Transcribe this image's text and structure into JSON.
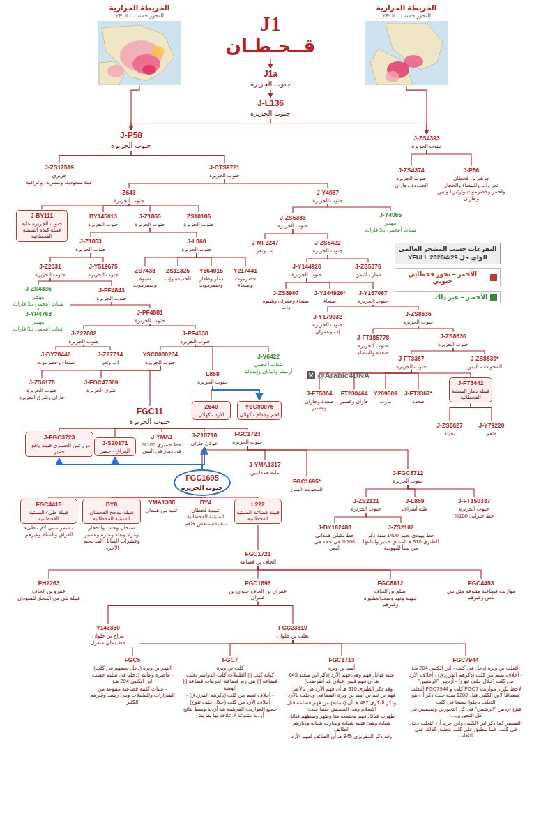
{
  "diagram": {
    "nodes": [
      {
        "text": [
          "J1",
          "قــحـطـان"
        ]
      },
      {
        "text": [
          "الخريطة الحرارية",
          "للتحور حسب YFULL"
        ]
      },
      {
        "text": [
          "الخريطة الحرارية",
          "للتحور حسب YFULL"
        ]
      },
      {
        "text": [
          "J1a",
          "جنوب الجزيرة"
        ]
      },
      {
        "text": [
          "J-L136",
          "جنوب الجزيرة"
        ]
      },
      {
        "text": [
          "J-P58",
          "جنوب الجزيرة"
        ]
      },
      {
        "text": [
          "J-ZS4393",
          "جنوب الجزيرة"
        ]
      },
      {
        "text": [
          "J-ZS12519",
          "جزيري",
          "عينة سعودية، ومصرية، وعراقية"
        ]
      },
      {
        "text": [
          "J-CTS9721",
          "جنوب الجزيرة"
        ]
      },
      {
        "text": [
          "J-ZS4374",
          "جنوب الجزيرة",
          "الحدودة وجازان"
        ]
      },
      {
        "text": [
          "J-P56",
          "جرهم بن قحطان",
          "تعز وإب والبيضاء والحجاز ولحمر وحضرموت وارتيريا وأبين وجازان"
        ]
      },
      {
        "text": [
          "Z643",
          "جنوب الجزيرة"
        ]
      },
      {
        "text": [
          "J-Y4067",
          "جنوب الجزيرة"
        ]
      },
      {
        "text": [
          "J-BY111",
          "جنوب الجزيرة عليه قبيلة كندة السبئية القحطانية"
        ]
      },
      {
        "text": [
          "BY145013",
          "جنوب الجزيرة"
        ]
      },
      {
        "text": [
          "J-Z1865",
          "جنوب الجزيرة"
        ]
      },
      {
        "text": [
          "ZS10186",
          "جنوب الجزيرة"
        ]
      },
      {
        "text": [
          "J-ZS5383",
          "جنوب الجزيرة"
        ]
      },
      {
        "text": [
          "J-Y4065",
          "مهجر",
          "شتات أعجمي بـ3 قارات"
        ]
      },
      {
        "text": [
          "J-Z1853",
          "جنوب الجزيرة"
        ]
      },
      {
        "text": [
          "J-L860",
          "جنوب الجزيرة"
        ]
      },
      {
        "text": [
          "J-MF2247",
          "إب وتعز"
        ]
      },
      {
        "text": [
          "J-ZS5422",
          "جنوب الجزيرة"
        ]
      },
      {
        "text": [
          "J-Z2331",
          "جنوب الجزيرة"
        ]
      },
      {
        "text": [
          "J-Y519675",
          "جنوب الجزيرة"
        ]
      },
      {
        "text": [
          "ZS7438",
          "شبوة وحضرموت"
        ]
      },
      {
        "text": [
          "ZS11325",
          "الحديدة وإب"
        ]
      },
      {
        "text": [
          "Y364015",
          "ذمار وظفار وحضرموت"
        ]
      },
      {
        "text": [
          "Y217441",
          "حضرموت وصنعاء"
        ]
      },
      {
        "text": [
          "J-Y144926",
          "جنوب الجزيرة"
        ]
      },
      {
        "text": [
          "J-ZS5376",
          "ذمار - اليمن"
        ]
      },
      {
        "text": [
          "J-ZS4336",
          "مهجر",
          "شتات أعجمي بـ3 قارات"
        ]
      },
      {
        "text": [
          "J-PF4843",
          "جنوب الجزيرة"
        ]
      },
      {
        "text": [
          "J-ZS8907",
          "صنعاء وعمران وشبوة وإب"
        ]
      },
      {
        "text": [
          "J-Y144926*",
          "صنعاء"
        ]
      },
      {
        "text": [
          "J-Y167067",
          "جنوب الجزيرة"
        ]
      },
      {
        "text": [
          "J-PF4881",
          "جنوب الجزيرة"
        ]
      },
      {
        "text": [
          "J-YP4763",
          "مهجر",
          "شتات أعجمي بـ3 قارات"
        ]
      },
      {
        "text": [
          "J-Y179932",
          "جنوب الجزيرة",
          "إب وعمران"
        ]
      },
      {
        "text": [
          "J-ZS8636",
          "جنوب الجزيرة"
        ]
      },
      {
        "text": [
          "J-Z27682",
          "جنوب الجزيرة"
        ]
      },
      {
        "text": [
          "J-PF4638",
          "جنوب الجزيرة"
        ]
      },
      {
        "text": [
          "J-FT185778",
          "جنوب الجزيرة",
          "صعدة والبيضاء"
        ]
      },
      {
        "text": [
          "J-ZS8630",
          "جنوب الجزيرة"
        ]
      },
      {
        "text": [
          "J-BY78446",
          "صنعاء وحضرموت"
        ]
      },
      {
        "text": [
          "J-Z27714",
          "إب وتعز"
        ]
      },
      {
        "text": [
          "YSC0000234",
          "جنوب الجزيرة"
        ]
      },
      {
        "text": [
          "J-V6422",
          "شتات أعجمي",
          "أرمينيا واليابان وإيطاليا"
        ]
      },
      {
        "text": [
          "J-FT3367",
          "جنوب الجزيرة"
        ]
      },
      {
        "text": [
          "J-ZS8630*",
          "المحويت - اليمن"
        ]
      },
      {
        "text": [
          "L858",
          "جنوب الجزيرة"
        ]
      },
      {
        "text": [
          "J-ZS6178",
          "جنوب الجزيرة",
          "جازان وشرق الجزيرة"
        ]
      },
      {
        "text": [
          "J-FGC47369",
          "شرق الجزيرة"
        ]
      },
      {
        "text": [
          "J-FT3442",
          "قبيلة ذمار السبئية القحطانية"
        ]
      },
      {
        "text": [
          "J-FT5064",
          "صعدة وجازان وعسير"
        ]
      },
      {
        "text": [
          "FT230464",
          "جازان وعسير"
        ]
      },
      {
        "text": [
          "Y209509",
          "مأرب"
        ]
      },
      {
        "text": [
          "J-FT3367*",
          "صعدة"
        ]
      },
      {
        "text": [
          "Z640",
          "الأزد - كهلان"
        ]
      },
      {
        "text": [
          "YSC00076",
          "لخم وجذام - كهلان"
        ]
      },
      {
        "text": [
          "FGC11",
          "جنوب الجزيرة"
        ]
      },
      {
        "text": [
          "J-ZS8627",
          "بجيلة"
        ]
      },
      {
        "text": [
          "J-Y79220",
          "خثعم"
        ]
      },
      {
        "text": [
          "J-FGC3723",
          "ذو رعين الحميري قبيلة يافع - حمير"
        ]
      },
      {
        "text": [
          "J-S20171",
          "العراق - حمير"
        ]
      },
      {
        "text": [
          "J-YMA1",
          "خط حميري 100% في ذمار في اليمن"
        ]
      },
      {
        "text": [
          "J-Z18718",
          "خولان جازان"
        ]
      },
      {
        "text": [
          "FGC1723",
          "جنوب الجزيرة"
        ]
      },
      {
        "text": [
          "FGC1695",
          "جنوب الجزيرة"
        ]
      },
      {
        "text": [
          "J-YMA1317",
          "عليه همدانيين"
        ]
      },
      {
        "text": [
          "J-FGC8712",
          "جنوب الجزيرة"
        ]
      },
      {
        "text": [
          "FGC1695*",
          "المحويت اليمن"
        ]
      },
      {
        "text": [
          "FGC4415",
          "قبيلة طيء السبئية القحطانية",
          "- شمر - بني لام - طيء العراق والشام وغيرهم"
        ]
      },
      {
        "text": [
          "BY8",
          "قبيلة مذحج القحطان السبئية القحطانية",
          "سنحان وجنب والحجار ومراد وعله وعنزة وعسير وعشرات القبائل المذحجية الأخرى"
        ]
      },
      {
        "text": [
          "YMA1388",
          "عليه من همدان"
        ]
      },
      {
        "text": [
          "BY4",
          "عبيدة قحطان السبئية القحطانية",
          "- عبيدة - بعض خثعم"
        ]
      },
      {
        "text": [
          "L222",
          "قبيلة قضاعة السبئية القحطانية"
        ]
      },
      {
        "text": [
          "J-ZS2121",
          "جنوب الجزيرة"
        ]
      },
      {
        "text": [
          "J-L859",
          "عليه أشراف"
        ]
      },
      {
        "text": [
          "J-FT150337",
          "جنوب الجزيرة",
          "خط جيزاني 100%"
        ]
      },
      {
        "text": [
          "FGC1721",
          "الحاف بن قضاعة"
        ]
      },
      {
        "text": [
          "J-BY162488",
          "خط بكيلي همداني 100% في حجة في اليمن"
        ]
      },
      {
        "text": [
          "J-ZS2102",
          "خط يهودي بعمر 1400 سنة ذكر الطبري 310 هـ اعتناق حمير واتباعها من سبأ لليهودية"
        ]
      },
      {
        "text": [
          "PH2263",
          "عمرو بن الحاف",
          "قبيلة بلي من الحجاز للسودان"
        ]
      },
      {
        "text": [
          "FGC1696",
          "عمران بن الحاف حلوان بن عمران"
        ]
      },
      {
        "text": [
          "FGC8812",
          "اسلم بن الحاف",
          "جهينة ونهد وسعدالعشيرة وغيرهم"
        ]
      },
      {
        "text": [
          "FGC4453",
          "مواريث قضاعية متنوعة مثل بني باس وغيرهم"
        ]
      },
      {
        "text": [
          "Y143350",
          "مراح بن حلوان",
          "خط بملي منعزل"
        ]
      },
      {
        "text": [
          "FGC23310",
          "تغلب بن حلوان"
        ]
      },
      {
        "text": [
          "FGC5",
          "النمر بن وبرة (دخل بعضهم في كلب)",
          "- غاضرة وعائية (دخلنا في سليم حسب ابن الكلبي 204 هـ)",
          "- عينات كلبية قضاعية متنوعة من الشرارات والطبيلات وبني رشيد وغيرهم الكثير"
        ]
      },
      {
        "text": [
          "FGC7",
          "كلب بن وبرة",
          "كنانة كلب ||| الطبيلات كلب الدواسر تغلب قضاعة ||| بني زيد قضاعة العرينات قضاعة ||| الوهبة",
          "- أحلاف تميم من كلب (ذكرهم الفرزدق) - أحلاف الأزد من كلب (خلال حلف تنوخ)",
          "جميع المواريث القرشية هنا أزدية وسط نتائج أزدية متنوعة لا علاقة لها بقريش"
        ]
      },
      {
        "text": [
          "FGC1713",
          "أسد بن وبرة",
          "عليه قبائل فهم وهي فهم الأزد (ذكر ابن سعيد 645 هـ أن فهم قيس عيلان قد انقرضت)",
          "وقد ذكر الطبري 310 هـ أن فهم الأزد هي بالأصل فهم بن تيم بن أسد بن وبرة القضاعي ودخلت بالأزد",
          "وذكر البكري 487 هـ أن (شبابة) من فهم قضاعة قبل الإسلام وهذا المتحقق جينيا حيث:",
          "ظهرت قبائل فهم مجتمعة هنا وظهر وسطهم قبائل شبابة وهم: عتيبة شبابة وبحارث شبابة وديارهم الطائف",
          "وقد ذكر المقريزي 845 هـ أن الطائف لفهم الأزد"
        ]
      },
      {
        "text": [
          "FGC7944",
          "الثعلب بن وبرة (دخل في كلب - ابن الكلبي 204 هـ)",
          "- أحلاف تميم من كلب (ذكرهم الفرزدق) - أحلاف الأزد من كلب (خلال حلف تنوخ) - أزديين \"الرشيين\"",
          "لاحظ تكرار مواريث FGC7 كلب و FGC7944 الثعلب مصداقاً لابن الكلبي قبل 1200 سنة حيث ذكر أن بنو الثعلب دخلوا جميعا في كلب",
          "فنتج أزديين \"الرشيين\" في كل التحورين وتميميين في كل التحورين...!",
          "التفسير كما ذكر ابن الكلبي وابن حزم أن الثعلب دخل في كلب، فما ينطبق على كلب ينطبق كذلك على الثعلب"
        ]
      }
    ],
    "edges": [
      {
        "from": 0,
        "to": 3,
        "arrow": "to"
      },
      {
        "from": 3,
        "to": 4,
        "arrow": "to"
      },
      {
        "from": 4,
        "to": 5,
        "arrow": "to"
      },
      {
        "from": 4,
        "to": 6,
        "arrow": "to"
      },
      {
        "from": 1,
        "to": 5,
        "arrow": "to"
      },
      {
        "from": 2,
        "to": 6,
        "arrow": "to"
      },
      {
        "from": 5,
        "to": 7,
        "arrow": "none"
      },
      {
        "from": 5,
        "to": 8,
        "arrow": "none"
      },
      {
        "from": 6,
        "to": 9,
        "arrow": "none"
      },
      {
        "from": 6,
        "to": 10,
        "arrow": "none"
      },
      {
        "from": 8,
        "to": 11,
        "arrow": "none"
      },
      {
        "from": 8,
        "to": 12,
        "arrow": "none"
      },
      {
        "from": 11,
        "to": 13,
        "arrow": "none"
      },
      {
        "from": 11,
        "to": 14,
        "arrow": "none"
      },
      {
        "from": 11,
        "to": 15,
        "arrow": "none"
      },
      {
        "from": 11,
        "to": 16,
        "arrow": "none"
      },
      {
        "from": 12,
        "to": 17,
        "arrow": "none"
      },
      {
        "from": 12,
        "to": 18,
        "arrow": "none"
      },
      {
        "from": 15,
        "to": 19,
        "arrow": "none"
      },
      {
        "from": 15,
        "to": 20,
        "arrow": "none"
      },
      {
        "from": 17,
        "to": 21,
        "arrow": "none"
      },
      {
        "from": 17,
        "to": 22,
        "arrow": "none"
      },
      {
        "from": 19,
        "to": 23,
        "arrow": "none"
      },
      {
        "from": 19,
        "to": 24,
        "arrow": "none"
      },
      {
        "from": 20,
        "to": 25,
        "arrow": "none"
      },
      {
        "from": 20,
        "to": 26,
        "arrow": "none"
      },
      {
        "from": 20,
        "to": 27,
        "arrow": "none"
      },
      {
        "from": 20,
        "to": 28,
        "arrow": "none"
      },
      {
        "from": 22,
        "to": 29,
        "arrow": "none"
      },
      {
        "from": 22,
        "to": 30,
        "arrow": "none"
      },
      {
        "from": 23,
        "to": 31,
        "arrow": "none"
      },
      {
        "from": 23,
        "to": 32,
        "arrow": "none"
      },
      {
        "from": 29,
        "to": 33,
        "arrow": "none"
      },
      {
        "from": 29,
        "to": 34,
        "arrow": "none"
      },
      {
        "from": 29,
        "to": 35,
        "arrow": "none"
      },
      {
        "from": 32,
        "to": 36,
        "arrow": "none"
      },
      {
        "from": 32,
        "to": 37,
        "arrow": "none"
      },
      {
        "from": 35,
        "to": 38,
        "arrow": "none"
      },
      {
        "from": 35,
        "to": 39,
        "arrow": "none"
      },
      {
        "from": 36,
        "to": 40,
        "arrow": "none"
      },
      {
        "from": 36,
        "to": 41,
        "arrow": "none"
      },
      {
        "from": 39,
        "to": 42,
        "arrow": "none"
      },
      {
        "from": 39,
        "to": 43,
        "arrow": "none"
      },
      {
        "from": 40,
        "to": 44,
        "arrow": "none"
      },
      {
        "from": 40,
        "to": 45,
        "arrow": "none"
      },
      {
        "from": 41,
        "to": 46,
        "arrow": "none"
      },
      {
        "from": 41,
        "to": 50,
        "arrow": "none"
      },
      {
        "from": 41,
        "to": 47,
        "arrow": "none"
      },
      {
        "from": 43,
        "to": 48,
        "arrow": "none"
      },
      {
        "from": 43,
        "to": 49,
        "arrow": "none"
      },
      {
        "from": 46,
        "to": 51,
        "arrow": "none"
      },
      {
        "from": 46,
        "to": 52,
        "arrow": "none"
      },
      {
        "from": 46,
        "to": 60,
        "arrow": "none"
      },
      {
        "from": 50,
        "to": 58,
        "arrow": "none"
      },
      {
        "from": 48,
        "to": 54,
        "arrow": "none"
      },
      {
        "from": 48,
        "to": 55,
        "arrow": "none"
      },
      {
        "from": 48,
        "to": 56,
        "arrow": "none"
      },
      {
        "from": 48,
        "to": 57,
        "arrow": "none"
      },
      {
        "from": 48,
        "to": 53,
        "arrow": "none"
      },
      {
        "from": 53,
        "to": 61,
        "arrow": "none"
      },
      {
        "from": 53,
        "to": 62,
        "arrow": "none"
      },
      {
        "from": 60,
        "to": 63,
        "arrow": "none"
      },
      {
        "from": 60,
        "to": 64,
        "arrow": "none"
      },
      {
        "from": 60,
        "to": 65,
        "arrow": "none"
      },
      {
        "from": 60,
        "to": 66,
        "arrow": "none"
      },
      {
        "from": 60,
        "to": 67,
        "arrow": "none"
      },
      {
        "from": 67,
        "to": 68,
        "arrow": "none"
      },
      {
        "from": 67,
        "to": 69,
        "arrow": "none"
      },
      {
        "from": 67,
        "to": 71,
        "arrow": "none"
      },
      {
        "from": 67,
        "to": 70,
        "arrow": "none"
      },
      {
        "from": 68,
        "to": 72,
        "arrow": "none"
      },
      {
        "from": 68,
        "to": 73,
        "arrow": "none"
      },
      {
        "from": 68,
        "to": 74,
        "arrow": "none"
      },
      {
        "from": 68,
        "to": 75,
        "arrow": "none"
      },
      {
        "from": 68,
        "to": 76,
        "arrow": "none"
      },
      {
        "from": 70,
        "to": 77,
        "arrow": "none"
      },
      {
        "from": 70,
        "to": 78,
        "arrow": "none"
      },
      {
        "from": 70,
        "to": 79,
        "arrow": "none"
      },
      {
        "from": 76,
        "to": 80,
        "arrow": "none"
      },
      {
        "from": 77,
        "to": 81,
        "arrow": "none"
      },
      {
        "from": 77,
        "to": 82,
        "arrow": "none"
      },
      {
        "from": 80,
        "to": 83,
        "arrow": "none"
      },
      {
        "from": 80,
        "to": 84,
        "arrow": "none"
      },
      {
        "from": 80,
        "to": 85,
        "arrow": "none"
      },
      {
        "from": 80,
        "to": 86,
        "arrow": "none"
      },
      {
        "from": 84,
        "to": 87,
        "arrow": "none"
      },
      {
        "from": 84,
        "to": 88,
        "arrow": "none"
      },
      {
        "from": 88,
        "to": 89,
        "arrow": "none"
      },
      {
        "from": 88,
        "to": 90,
        "arrow": "none"
      },
      {
        "from": 88,
        "to": 91,
        "arrow": "none"
      },
      {
        "from": 88,
        "to": 92,
        "arrow": "none"
      },
      {
        "from": 50,
        "to": 59,
        "arrow": "to"
      },
      {
        "from": 68,
        "to": 63,
        "arrow": "to"
      },
      {
        "from": 68,
        "to": 64,
        "arrow": "to"
      },
      {
        "from": 68,
        "to": 66,
        "arrow": "to"
      }
    ],
    "labels": [
      "التفرعات حسب المشجر العالمي الواي فل YFULL 2026/4/29",
      "@Arabic4DNA"
    ],
    "legend": [
      {
        "text": "الأحمر = تحور قحطاني جنوبي",
        "color": "#c0392b"
      },
      {
        "text": "الأخضر = غير ذلك",
        "color": "#2e8b2e"
      }
    ]
  }
}
